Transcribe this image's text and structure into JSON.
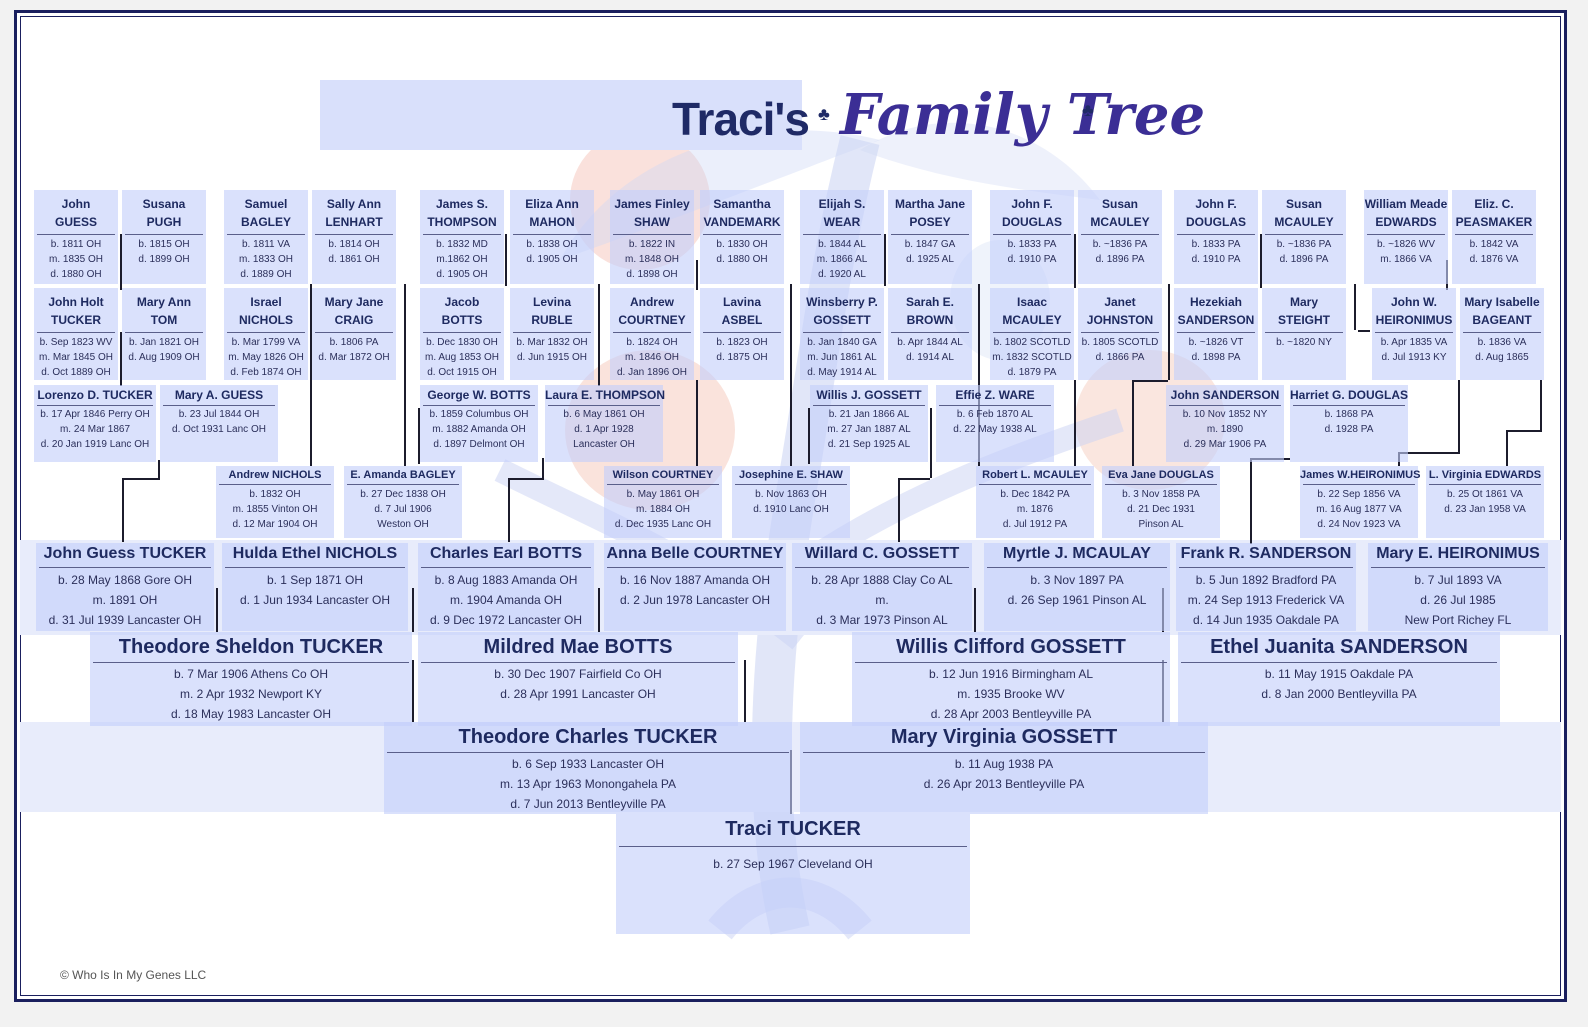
{
  "title": {
    "owner": "Traci's",
    "script": "Family Tree"
  },
  "copyright": "© Who Is In My Genes LLC",
  "colors": {
    "frame": "#1a1f5e",
    "box_fill": "#c4cefa",
    "text": "#1e2a60"
  },
  "gen6": [
    {
      "name": [
        "John",
        "GUESS"
      ],
      "details": [
        "b. 1811 OH",
        "m. 1835 OH",
        "d. 1880 OH"
      ]
    },
    {
      "name": [
        "Susana",
        "PUGH"
      ],
      "details": [
        "b. 1815 OH",
        "d. 1899 OH"
      ]
    },
    {
      "name": [
        "Samuel",
        "BAGLEY"
      ],
      "details": [
        "b. 1811 VA",
        "m. 1833 OH",
        "d. 1889 OH"
      ]
    },
    {
      "name": [
        "Sally Ann",
        "LENHART"
      ],
      "details": [
        "b. 1814 OH",
        "d. 1861 OH"
      ]
    },
    {
      "name": [
        "James S.",
        "THOMPSON"
      ],
      "details": [
        "b. 1832 MD",
        "m.1862 OH",
        "d. 1905 OH"
      ]
    },
    {
      "name": [
        "Eliza Ann",
        "MAHON"
      ],
      "details": [
        "b. 1838 OH",
        "d. 1905 OH"
      ]
    },
    {
      "name": [
        "James Finley",
        "SHAW"
      ],
      "details": [
        "b. 1822 IN",
        "m. 1848 OH",
        "d. 1898 OH"
      ]
    },
    {
      "name": [
        "Samantha",
        "VANDEMARK"
      ],
      "details": [
        "b. 1830 OH",
        "d. 1880 OH"
      ]
    },
    {
      "name": [
        "Elijah S.",
        "WEAR"
      ],
      "details": [
        "b. 1844 AL",
        "m. 1866 AL",
        "d. 1920 AL"
      ]
    },
    {
      "name": [
        "Martha Jane",
        "POSEY"
      ],
      "details": [
        "b. 1847 GA",
        "d. 1925 AL"
      ]
    },
    {
      "name": [
        "John F.",
        "DOUGLAS"
      ],
      "details": [
        "b. 1833 PA",
        "d. 1910 PA"
      ]
    },
    {
      "name": [
        "Susan",
        "MCAULEY"
      ],
      "details": [
        "b. ~1836 PA",
        "d. 1896 PA"
      ]
    },
    {
      "name": [
        "John F.",
        "DOUGLAS"
      ],
      "details": [
        "b. 1833 PA",
        "d. 1910 PA"
      ]
    },
    {
      "name": [
        "Susan",
        "MCAULEY"
      ],
      "details": [
        "b. ~1836 PA",
        "d. 1896 PA"
      ]
    },
    {
      "name": [
        "William Meade",
        "EDWARDS"
      ],
      "details": [
        "b. ~1826 WV",
        "m. 1866 VA"
      ]
    },
    {
      "name": [
        "Eliz. C.",
        "PEASMAKER"
      ],
      "details": [
        "b. 1842 VA",
        "d. 1876 VA"
      ]
    }
  ],
  "gen5": [
    {
      "name": [
        "John Holt",
        "TUCKER"
      ],
      "details": [
        "b. Sep 1823 WV",
        "m. Mar 1845 OH",
        "d. Oct 1889 OH"
      ]
    },
    {
      "name": [
        "Mary Ann",
        "TOM"
      ],
      "details": [
        "b. Jan 1821 OH",
        "d. Aug 1909 OH"
      ]
    },
    {
      "name": [
        "Israel",
        "NICHOLS"
      ],
      "details": [
        "b. Mar 1799 VA",
        "m. May 1826 OH",
        "d. Feb 1874 OH"
      ]
    },
    {
      "name": [
        "Mary Jane",
        "CRAIG"
      ],
      "details": [
        "b. 1806 PA",
        "d. Mar 1872 OH"
      ]
    },
    {
      "name": [
        "Jacob",
        "BOTTS"
      ],
      "details": [
        "b. Dec 1830 OH",
        "m. Aug 1853 OH",
        "d. Oct 1915 OH"
      ]
    },
    {
      "name": [
        "Levina",
        "RUBLE"
      ],
      "details": [
        "b. Mar 1832 OH",
        "d. Jun 1915 OH"
      ]
    },
    {
      "name": [
        "Andrew",
        "COURTNEY"
      ],
      "details": [
        "b. 1824 OH",
        "m. 1846 OH",
        "d. Jan 1896 OH"
      ]
    },
    {
      "name": [
        "Lavina",
        "ASBEL"
      ],
      "details": [
        "b. 1823 OH",
        "d. 1875 OH"
      ]
    },
    {
      "name": [
        "Winsberry P.",
        "GOSSETT"
      ],
      "details": [
        "b. Jan 1840 GA",
        "m. Jun 1861 AL",
        "d. May 1914 AL"
      ]
    },
    {
      "name": [
        "Sarah E.",
        "BROWN"
      ],
      "details": [
        "b. Apr 1844 AL",
        "d. 1914 AL"
      ]
    },
    {
      "name": [
        "Isaac",
        "MCAULEY"
      ],
      "details": [
        "b. 1802 SCOTLD",
        "m. 1832 SCOTLD",
        "d. 1879 PA"
      ]
    },
    {
      "name": [
        "Janet",
        "JOHNSTON"
      ],
      "details": [
        "b. 1805 SCOTLD",
        "d. 1866 PA"
      ]
    },
    {
      "name": [
        "Hezekiah",
        "SANDERSON"
      ],
      "details": [
        "b. ~1826 VT",
        "d. 1898 PA"
      ]
    },
    {
      "name": [
        "Mary",
        "STEIGHT"
      ],
      "details": [
        "b. ~1820 NY"
      ]
    },
    {
      "name": [
        "John W.",
        "HEIRONIMUS"
      ],
      "details": [
        "b. Apr 1835 VA",
        "d. Jul 1913 KY"
      ]
    },
    {
      "name": [
        "Mary Isabelle",
        "BAGEANT"
      ],
      "details": [
        "b. 1836 VA",
        "d. Aug 1865"
      ]
    }
  ],
  "gen4a": [
    {
      "name": [
        "Lorenzo D. TUCKER"
      ],
      "details": [
        "b. 17 Apr 1846 Perry OH",
        "m. 24 Mar 1867",
        "d. 20 Jan 1919 Lanc OH"
      ]
    },
    {
      "name": [
        "Mary A. GUESS"
      ],
      "details": [
        "b. 23 Jul 1844 OH",
        "d. Oct 1931 Lanc OH"
      ]
    },
    {
      "name": [
        "George W. BOTTS"
      ],
      "details": [
        "b. 1859 Columbus OH",
        "m. 1882 Amanda OH",
        "d. 1897 Delmont OH"
      ]
    },
    {
      "name": [
        "Laura E. THOMPSON"
      ],
      "details": [
        "b. 6 May 1861 OH",
        "d. 1 Apr 1928",
        "Lancaster OH"
      ]
    },
    {
      "name": [
        "Willis J. GOSSETT"
      ],
      "details": [
        "b. 21 Jan 1866 AL",
        "m. 27 Jan 1887 AL",
        "d. 21 Sep 1925 AL"
      ]
    },
    {
      "name": [
        "Effie Z. WARE"
      ],
      "details": [
        "b. 6 Feb 1870 AL",
        "d. 22 May 1938 AL"
      ]
    },
    {
      "name": [
        "John SANDERSON"
      ],
      "details": [
        "b. 10 Nov 1852 NY",
        "m. 1890",
        "d. 29 Mar 1906 PA"
      ]
    },
    {
      "name": [
        "Harriet G. DOUGLAS"
      ],
      "details": [
        "b. 1868 PA",
        "d. 1928 PA"
      ]
    }
  ],
  "gen4b": [
    {
      "name": [
        "Andrew NICHOLS"
      ],
      "details": [
        "b. 1832 OH",
        "m. 1855 Vinton OH",
        "d. 12 Mar 1904 OH"
      ]
    },
    {
      "name": [
        "E. Amanda BAGLEY"
      ],
      "details": [
        "b. 27 Dec 1838 OH",
        "d. 7 Jul 1906",
        "Weston OH"
      ]
    },
    {
      "name": [
        "Wilson COURTNEY"
      ],
      "details": [
        "b. May 1861 OH",
        "m. 1884 OH",
        "d. Dec 1935 Lanc OH"
      ]
    },
    {
      "name": [
        "Josephine E. SHAW"
      ],
      "details": [
        "b. Nov 1863 OH",
        "d. 1910 Lanc OH"
      ]
    },
    {
      "name": [
        "Robert L. MCAULEY"
      ],
      "details": [
        "b. Dec 1842 PA",
        "m. 1876",
        "d. Jul 1912 PA"
      ]
    },
    {
      "name": [
        "Eva Jane DOUGLAS"
      ],
      "details": [
        "b. 3 Nov 1858 PA",
        "d. 21 Dec 1931",
        "Pinson AL"
      ]
    },
    {
      "name": [
        "James W.HEIRONIMUS"
      ],
      "details": [
        "b. 22 Sep 1856 VA",
        "m. 16 Aug 1877 VA",
        "d. 24 Nov 1923 VA"
      ]
    },
    {
      "name": [
        "L. Virginia EDWARDS"
      ],
      "details": [
        "b. 25 Ot 1861 VA",
        "d. 23 Jan 1958 VA"
      ]
    }
  ],
  "gen3": [
    {
      "name": [
        "John Guess TUCKER"
      ],
      "details": [
        "b. 28 May 1868 Gore OH",
        "m. 1891 OH",
        "d. 31 Jul 1939 Lancaster OH"
      ]
    },
    {
      "name": [
        "Hulda Ethel NICHOLS"
      ],
      "details": [
        "b. 1 Sep 1871 OH",
        "d. 1 Jun 1934 Lancaster OH"
      ]
    },
    {
      "name": [
        "Charles Earl BOTTS"
      ],
      "details": [
        "b. 8 Aug 1883 Amanda OH",
        "m. 1904 Amanda OH",
        "d. 9 Dec 1972 Lancaster OH"
      ]
    },
    {
      "name": [
        "Anna Belle COURTNEY"
      ],
      "details": [
        "b. 16 Nov 1887 Amanda OH",
        "d. 2 Jun 1978 Lancaster OH"
      ]
    },
    {
      "name": [
        "Willard C. GOSSETT"
      ],
      "details": [
        "b. 28 Apr 1888 Clay Co AL",
        "m.",
        "d. 3 Mar 1973 Pinson AL"
      ]
    },
    {
      "name": [
        "Myrtle J. MCAULAY"
      ],
      "details": [
        "b. 3 Nov 1897 PA",
        "d. 26 Sep 1961 Pinson AL"
      ]
    },
    {
      "name": [
        "Frank R. SANDERSON"
      ],
      "details": [
        "b. 5 Jun 1892 Bradford PA",
        "m. 24 Sep 1913 Frederick VA",
        "d. 14 Jun 1935 Oakdale PA"
      ]
    },
    {
      "name": [
        "Mary E. HEIRONIMUS"
      ],
      "details": [
        "b. 7 Jul 1893 VA",
        "d. 26 Jul 1985",
        "New Port Richey FL"
      ]
    }
  ],
  "gen2": [
    {
      "name": [
        "Theodore Sheldon TUCKER"
      ],
      "details": [
        "b. 7 Mar 1906 Athens Co OH",
        "m. 2 Apr 1932 Newport KY",
        "d. 18 May 1983 Lancaster OH"
      ]
    },
    {
      "name": [
        "Mildred Mae BOTTS"
      ],
      "details": [
        "b. 30 Dec 1907 Fairfield Co OH",
        "d. 28 Apr 1991 Lancaster OH"
      ]
    },
    {
      "name": [
        "Willis Clifford GOSSETT"
      ],
      "details": [
        "b. 12 Jun 1916 Birmingham AL",
        "m. 1935 Brooke WV",
        "d. 28 Apr 2003 Bentleyville PA"
      ]
    },
    {
      "name": [
        "Ethel Juanita SANDERSON"
      ],
      "details": [
        "b. 11 May 1915 Oakdale PA",
        "d. 8 Jan 2000 Bentleyvilla PA"
      ]
    }
  ],
  "gen1": [
    {
      "name": [
        "Theodore Charles TUCKER"
      ],
      "details": [
        "b. 6 Sep 1933 Lancaster OH",
        "m. 13 Apr 1963 Monongahela PA",
        "d. 7 Jun 2013 Bentleyville PA"
      ]
    },
    {
      "name": [
        "Mary Virginia GOSSETT"
      ],
      "details": [
        "b. 11 Aug 1938 PA",
        "d. 26 Apr 2013 Bentleyville PA"
      ]
    }
  ],
  "gen0": [
    {
      "name": [
        "Traci TUCKER"
      ],
      "details": [
        "b. 27 Sep 1967 Cleveland OH"
      ]
    }
  ]
}
